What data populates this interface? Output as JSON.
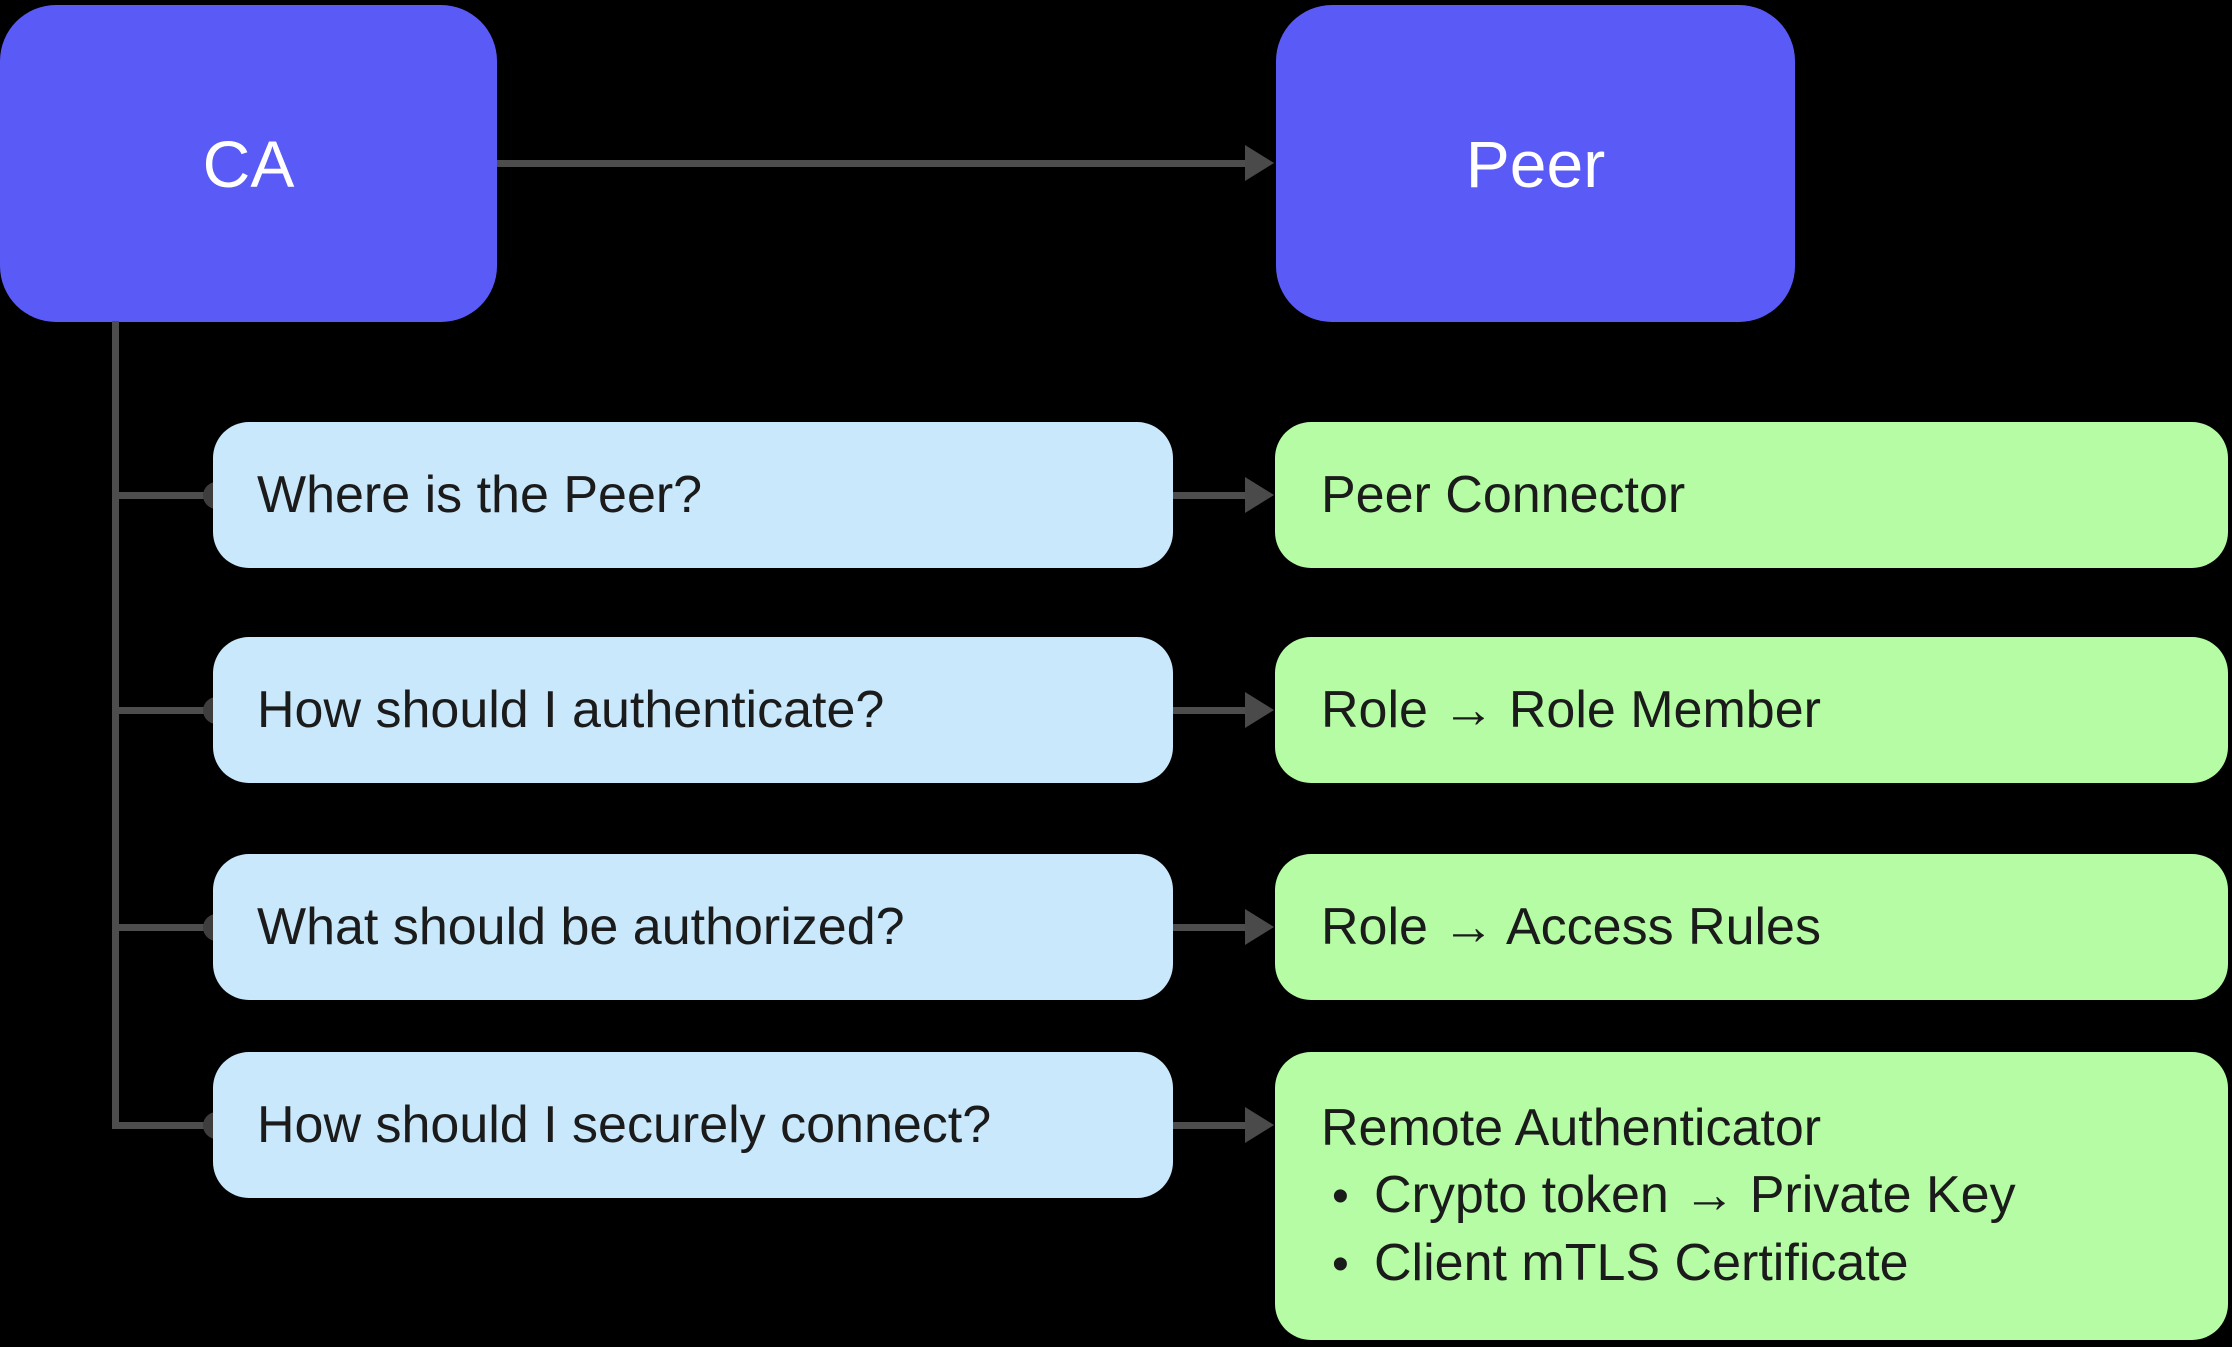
{
  "diagram": {
    "title_semantic": "CA to Peer connection decision diagram",
    "colors": {
      "background": "#000000",
      "primary_node": "#5A5BF7",
      "question_box": "#C9E8FB",
      "answer_box": "#B5FCA4",
      "connector_line": "#4D4D4D",
      "connector_dot": "#3E3E3E",
      "dark_text": "#1B1B1B",
      "light_text": "#FFFFFF"
    },
    "nodes": {
      "ca": {
        "label": "CA"
      },
      "peer": {
        "label": "Peer"
      }
    },
    "bullet_glyph": "•",
    "rows": [
      {
        "question": "Where is the Peer?",
        "answer": "Peer Connector"
      },
      {
        "question": "How should I authenticate?",
        "answer": "Role → Role Member"
      },
      {
        "question": "What should be authorized?",
        "answer": "Role → Access Rules"
      },
      {
        "question": "How should I securely connect?",
        "answer_title": "Remote Authenticator",
        "answer_bullets": [
          "Crypto token → Private Key",
          "Client mTLS Certificate"
        ]
      }
    ]
  }
}
